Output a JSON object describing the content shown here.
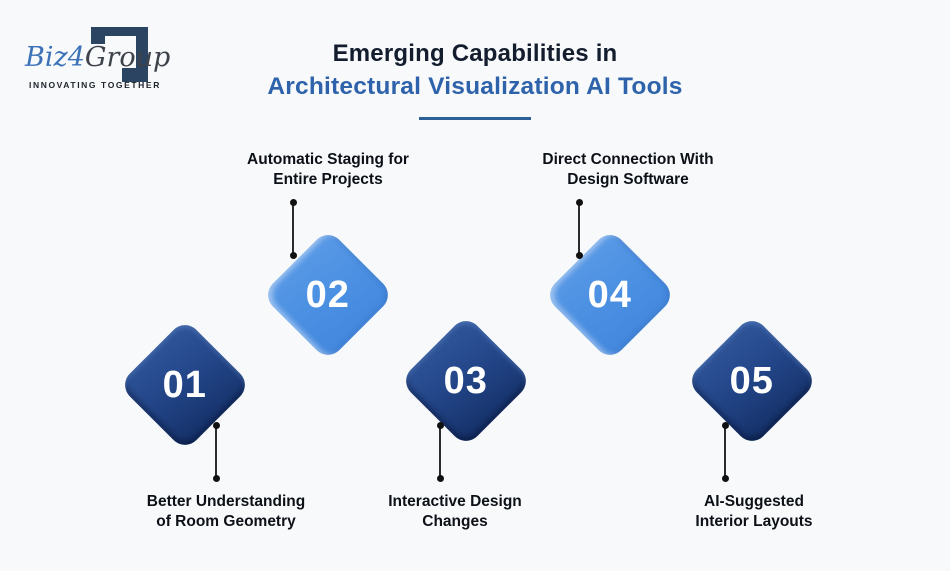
{
  "logo": {
    "brand_blue": "Biz",
    "brand_digit": "4",
    "brand_dark": "Group",
    "tagline": "INNOVATING TOGETHER",
    "mark_color": "#2a4462"
  },
  "header": {
    "title_line1": "Emerging Capabilities in",
    "title_line2": "Architectural Visualization AI Tools",
    "title_color": "#131d2e",
    "accent_color": "#2e63ac"
  },
  "colors": {
    "background": "#f7f9fb",
    "diamond_dark": "#1e4180",
    "diamond_light": "#4a8fe2",
    "connector": "#111111",
    "underline": "#2d6094"
  },
  "items": [
    {
      "number": "01",
      "variant": "dark",
      "label_position": "bottom",
      "label_line1": "Better Understanding",
      "label_line2": "of Room Geometry"
    },
    {
      "number": "02",
      "variant": "light",
      "label_position": "top",
      "label_line1": "Automatic Staging for",
      "label_line2": "Entire Projects"
    },
    {
      "number": "03",
      "variant": "dark",
      "label_position": "bottom",
      "label_line1": "Interactive Design",
      "label_line2": "Changes"
    },
    {
      "number": "04",
      "variant": "light",
      "label_position": "top",
      "label_line1": "Direct Connection With",
      "label_line2": "Design Software"
    },
    {
      "number": "05",
      "variant": "dark",
      "label_position": "bottom",
      "label_line1": "AI-Suggested",
      "label_line2": "Interior Layouts"
    }
  ]
}
